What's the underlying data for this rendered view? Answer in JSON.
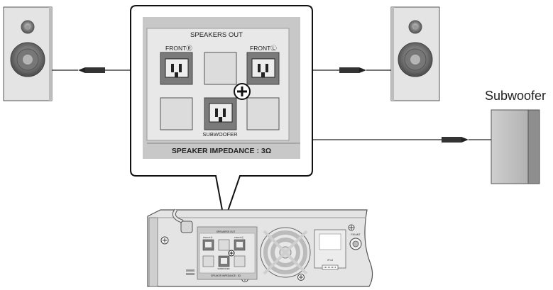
{
  "panel": {
    "title": "SPEAKERS OUT",
    "front_right_label": "FRONTⓇ",
    "front_left_label": "FRONTⓁ",
    "subwoofer_label": "SUBWOOFER",
    "impedance_label": "SPEAKER IMPEDANCE : 3Ω"
  },
  "subwoofer": {
    "label": "Subwoofer"
  },
  "receiver": {
    "small_panel_title": "SPEAKERS OUT",
    "small_front_right": "FRONTⓇ",
    "small_front_left": "FRONTⓁ",
    "small_subwoofer": "SUBWOOFER",
    "small_impedance": "SPEAKER IMPEDANCE : 3Ω",
    "fm_label": "FM ANT",
    "ipod_label": "iPod"
  },
  "icons": {
    "polarity": "plus-circle-icon",
    "speaker": "speaker-icon",
    "plug": "plug-icon"
  },
  "colors": {
    "speaker_body": "#e4e4e4",
    "speaker_outline": "#444444",
    "panel_bg": "#c8c8c8",
    "panel_inner": "#e8e8e8",
    "terminal_dark": "#7a7a7a",
    "line": "#222222"
  }
}
